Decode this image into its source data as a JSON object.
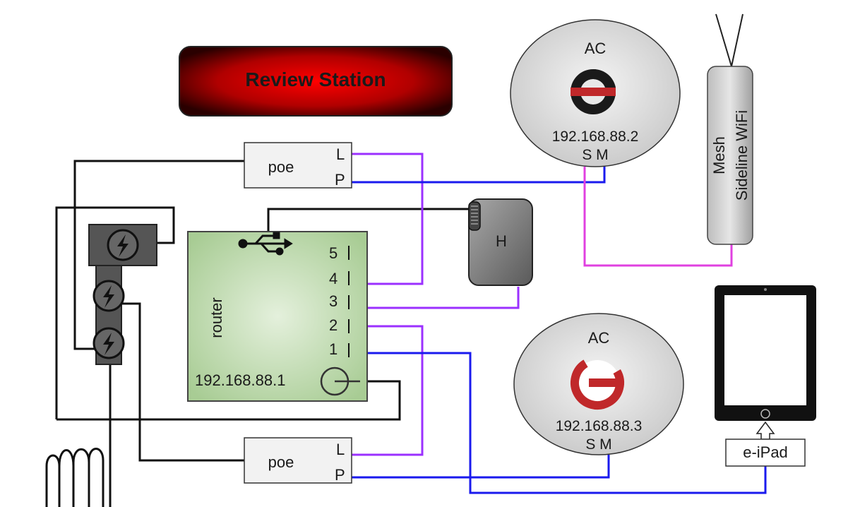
{
  "title_banner": {
    "text": "Review Station"
  },
  "router": {
    "label": "router",
    "ip": "192.168.88.1",
    "ports": [
      "5",
      "4",
      "3",
      "2",
      "1"
    ]
  },
  "poe_top": {
    "label": "poe",
    "port_l": "L",
    "port_p": "P"
  },
  "poe_bottom": {
    "label": "poe",
    "port_l": "L",
    "port_p": "P"
  },
  "ac_top": {
    "label": "AC",
    "ip": "192.168.88.2",
    "ports": "S M"
  },
  "ac_bottom": {
    "label": "AC",
    "ip": "192.168.88.3",
    "ports": "S M"
  },
  "hub": {
    "label": "H"
  },
  "mesh": {
    "line1": "Mesh",
    "line2": "Sideline  WiFi"
  },
  "ipad": {
    "label": "e-iPad"
  },
  "colors": {
    "purple_cable": "#9b30ff",
    "blue_cable": "#1a1aee",
    "magenta_cable": "#e040e0",
    "power_cable": "#111111",
    "router_green": "#c8e0b8",
    "banner_red": "#d00000",
    "logo_red": "#c0282a"
  },
  "icons": [
    "usb-icon",
    "power-bolt-icon",
    "power-button-icon",
    "antenna-icon",
    "ac-logo-icon",
    "home-button-icon"
  ]
}
